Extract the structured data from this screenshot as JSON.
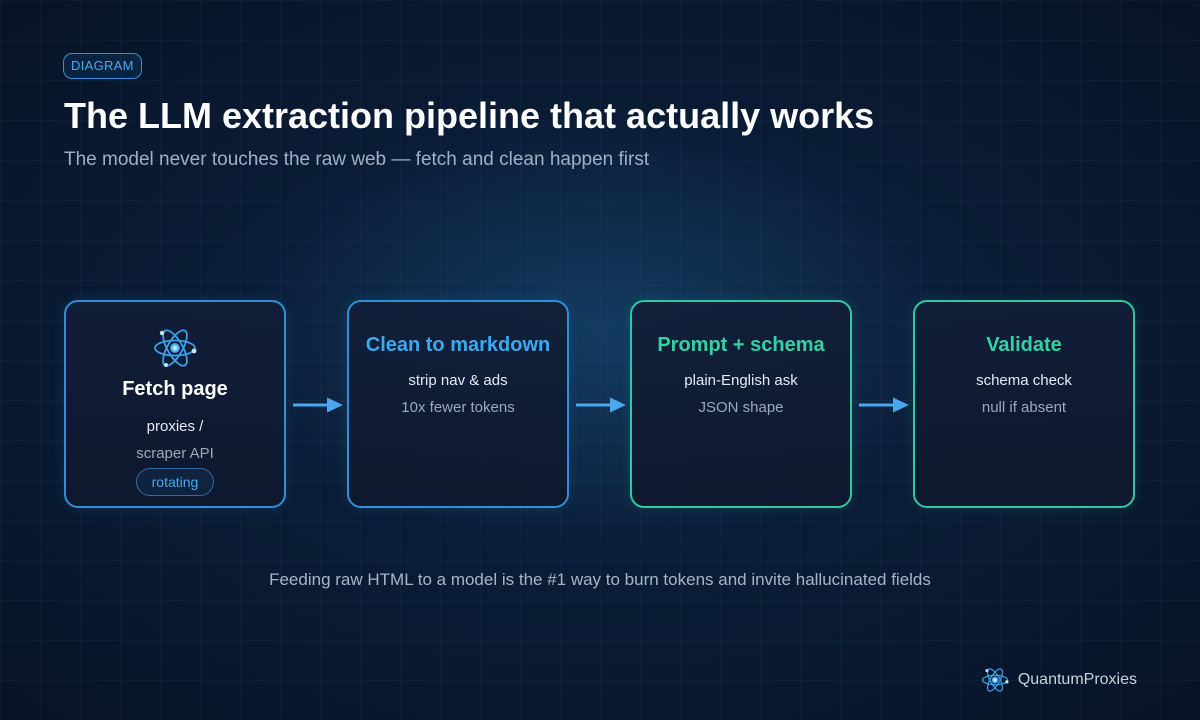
{
  "badge": "DIAGRAM",
  "title": "The LLM extraction pipeline that actually works",
  "subtitle": "The model never touches the raw web — fetch and clean happen first",
  "steps": [
    {
      "icon": "atom-icon",
      "title": "Fetch page",
      "line1": "proxies /",
      "line2": "scraper API",
      "tag": "rotating",
      "accent": "#2f8fd8"
    },
    {
      "title": "Clean to markdown",
      "line1": "strip nav & ads",
      "line2": "10x fewer tokens",
      "accent": "#2f8fd8"
    },
    {
      "title": "Prompt + schema",
      "line1": "plain-English ask",
      "line2": "JSON shape",
      "accent": "#2fc8a0"
    },
    {
      "title": "Validate",
      "line1": "schema check",
      "line2": "null if absent",
      "accent": "#2fc8a0"
    }
  ],
  "footnote": "Feeding raw HTML to a model is the #1 way to burn tokens and invite hallucinated fields",
  "brand": {
    "icon": "atom-logo-icon",
    "name": "QuantumProxies"
  },
  "colors": {
    "background": "#0a1a33",
    "blue_accent": "#2f8fd8",
    "teal_accent": "#2fc8a0",
    "title_blue": "#3aaaf0",
    "title_teal": "#34d1a4"
  }
}
